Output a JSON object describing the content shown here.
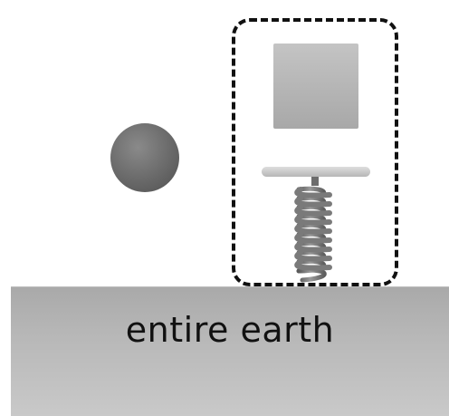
{
  "ground": {
    "label": "entire earth"
  },
  "colors": {
    "ground": "#b5b5b5",
    "ball": "#6a6a6a",
    "block": "#b3b3b3",
    "outline": "#111111"
  },
  "icons": [
    "ball",
    "block",
    "platform",
    "spring"
  ]
}
